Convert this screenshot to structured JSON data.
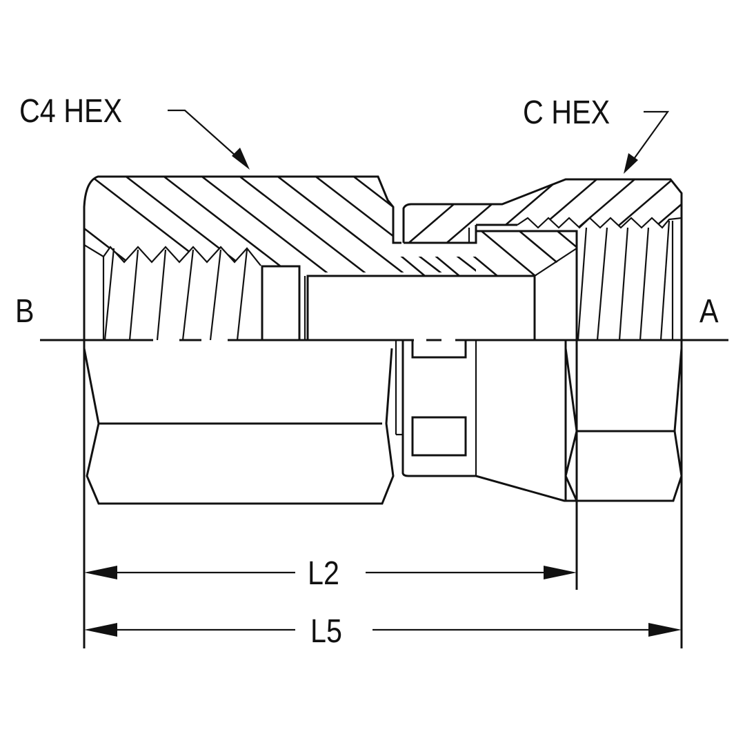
{
  "drawing": {
    "title": "Swivel adapter cross-section",
    "line_color": "#111111",
    "background": "#ffffff"
  },
  "labels": {
    "c4_hex": "C4 HEX",
    "c_hex": "C HEX",
    "end_b": "B",
    "end_a": "A",
    "dim_l2": "L2",
    "dim_l5": "L5"
  }
}
